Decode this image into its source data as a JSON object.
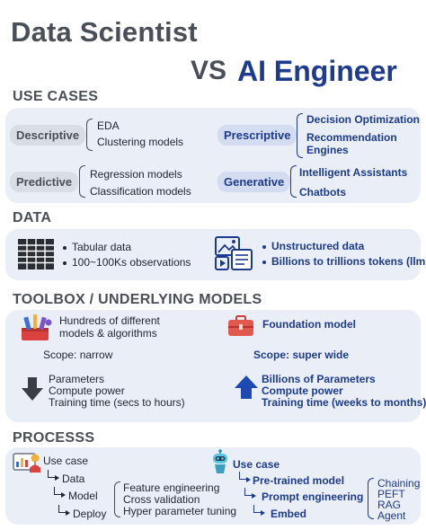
{
  "header": {
    "title": "Data Scientist",
    "vs": "VS",
    "ai_title": "AI Engineer"
  },
  "use_cases": {
    "heading": "USE CASES",
    "descriptive": {
      "label": "Descriptive",
      "items": [
        "EDA",
        "Clustering models"
      ]
    },
    "predictive": {
      "label": "Predictive",
      "items": [
        "Regression models",
        "Classification models"
      ]
    },
    "prescriptive": {
      "label": "Prescriptive",
      "items": [
        "Decision Optimization",
        "Recommendation",
        "Engines"
      ]
    },
    "generative": {
      "label": "Generative",
      "items": [
        "Intelligent Assistants",
        "Chatbots"
      ]
    }
  },
  "data": {
    "heading": "DATA",
    "left": [
      "Tabular data",
      "100~100Ks observations"
    ],
    "right": [
      "Unstructured data",
      "Billions to trillions tokens (llm)"
    ]
  },
  "toolbox": {
    "heading": "TOOLBOX / UNDERLYING MODELS",
    "left_models": [
      "Hundreds of different",
      "models & algorithms"
    ],
    "left_scope": "Scope: narrow",
    "left_params": [
      "Parameters",
      "Compute power",
      "Training time (secs to hours)"
    ],
    "right_model": "Foundation model",
    "right_scope": "Scope: super wide",
    "right_params": [
      "Billions of Parameters",
      "Compute power",
      "Training time (weeks to months)"
    ]
  },
  "process": {
    "heading": "PROCESSS",
    "left_steps": [
      "Use case",
      "Data",
      "Model",
      "Deploy"
    ],
    "model_items": [
      "Feature engineering",
      "Cross validation",
      "Hyper parameter tuning"
    ],
    "right_steps": [
      "Use case",
      "Pre-trained model",
      "Prompt engineering",
      "Embed"
    ],
    "prompt_items": [
      "Chaining",
      "PEFT",
      "RAG",
      "Agent"
    ]
  },
  "colors": {
    "panel": "#eaeef7",
    "dark_text": "#4a4f57",
    "accent_blue": "#1d3b8c"
  }
}
